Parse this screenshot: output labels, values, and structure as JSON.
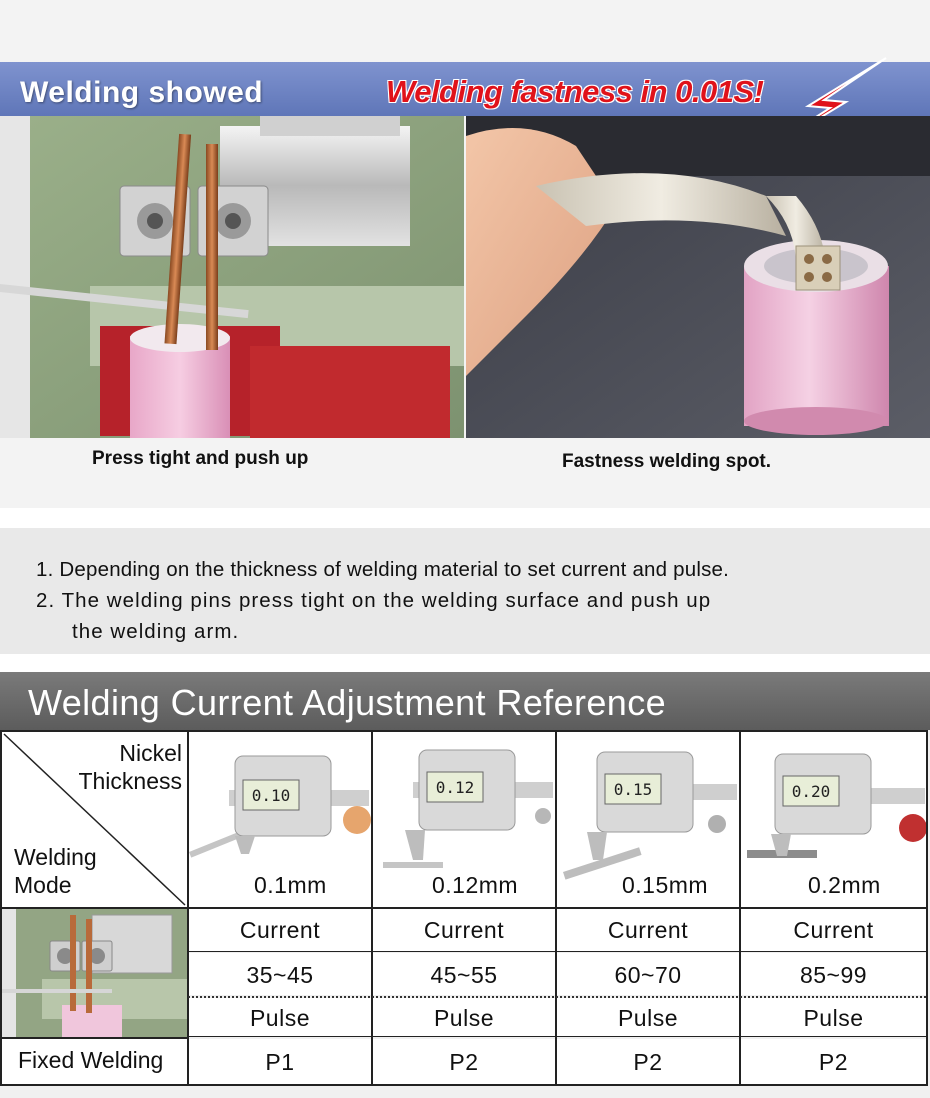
{
  "section1": {
    "title_left": "Welding showed",
    "title_right": "Welding fastness in 0.01S!",
    "caption_left": "Press tight and push up",
    "caption_right": "Fastness welding spot."
  },
  "notes": {
    "line1": "1. Depending on the thickness of welding material to set current and pulse.",
    "line2": "2. The welding pins press tight on the welding surface and push up",
    "line3": "the welding arm."
  },
  "reference": {
    "title": "Welding Current Adjustment Reference",
    "header_top_line1": "Nickel",
    "header_top_line2": "Thickness",
    "header_bottom_line1": "Welding",
    "header_bottom_line2": "Mode",
    "fixed_label": "Fixed Welding",
    "current_label": "Current",
    "pulse_label": "Pulse",
    "columns": [
      {
        "thickness": "0.1mm",
        "display": "0.10",
        "current": "35~45",
        "pulse": "P1"
      },
      {
        "thickness": "0.12mm",
        "display": "0.12",
        "current": "45~55",
        "pulse": "P2"
      },
      {
        "thickness": "0.15mm",
        "display": "0.15",
        "current": "60~70",
        "pulse": "P2"
      },
      {
        "thickness": "0.2mm",
        "display": "0.20",
        "current": "85~99",
        "pulse": "P2"
      }
    ]
  },
  "colors": {
    "banner": "#6f84c4",
    "accent_red": "#e0121a",
    "header_gray": "#6b6b6b"
  }
}
